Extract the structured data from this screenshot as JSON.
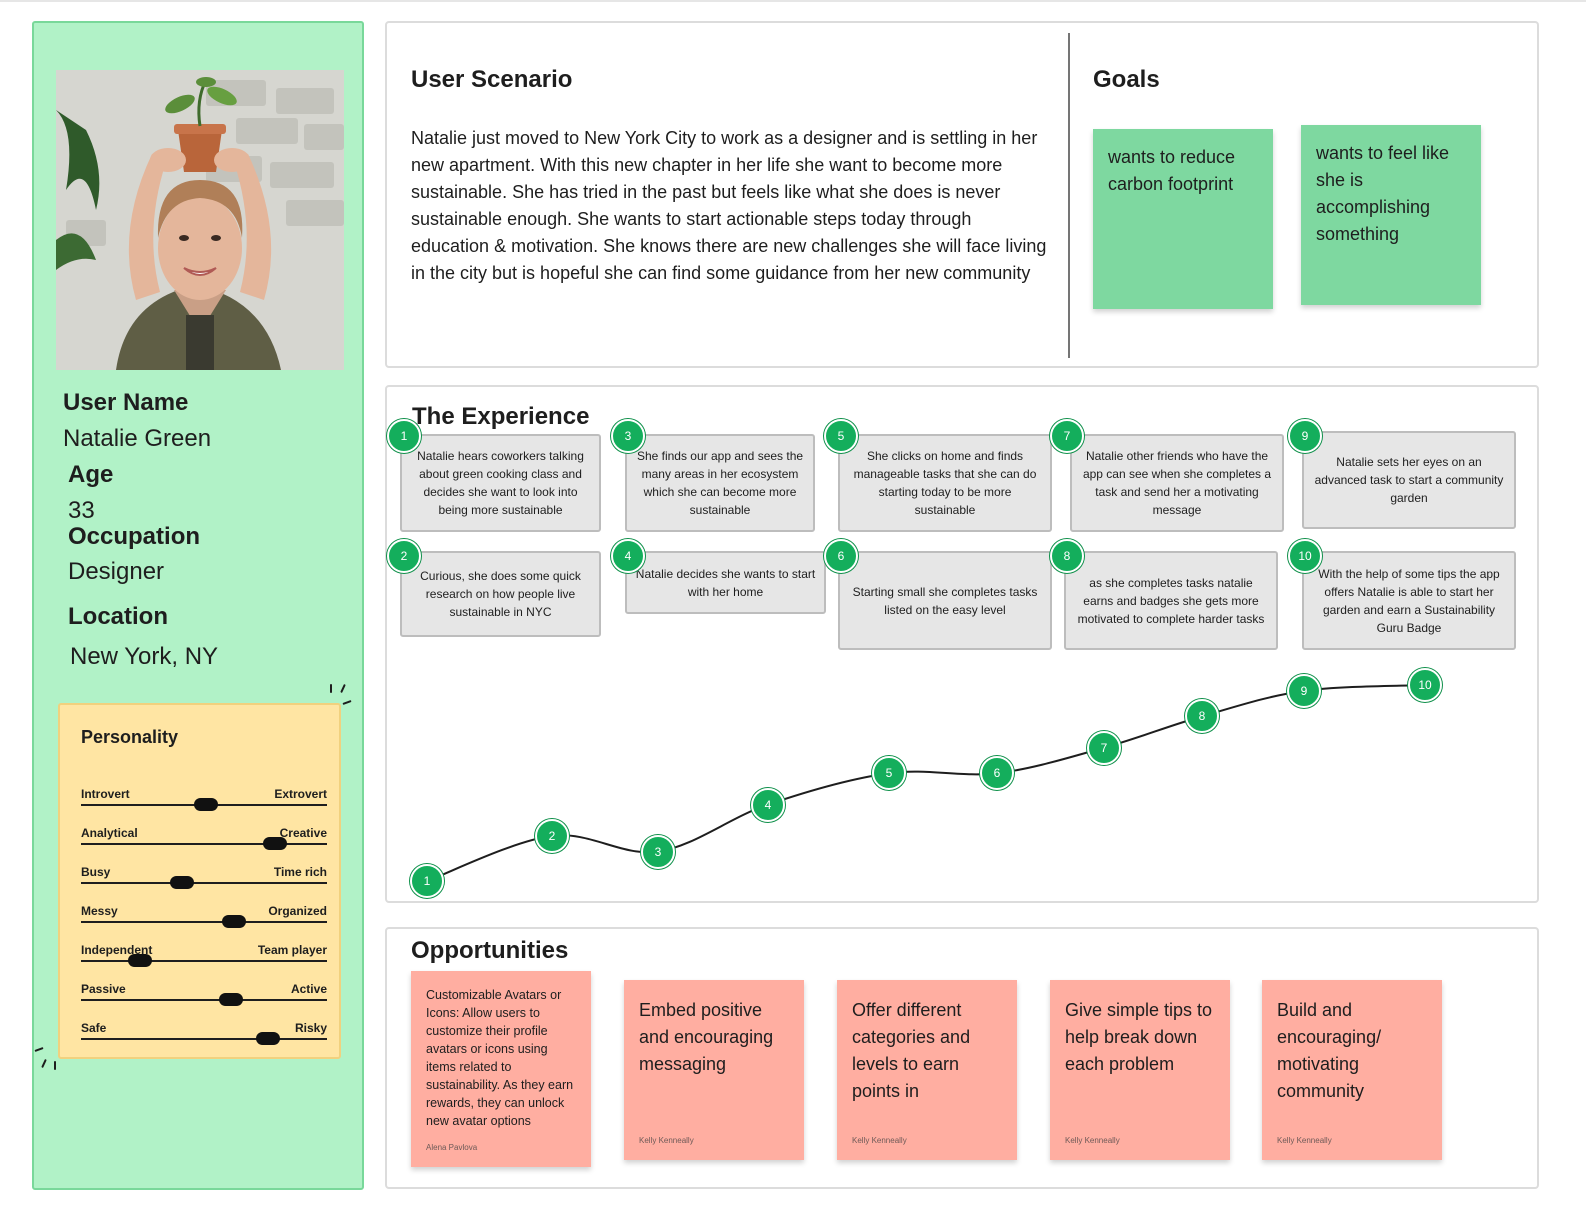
{
  "profile": {
    "photo_alt": "Woman holding a potted plant on her head",
    "user_name_label": "User Name",
    "user_name": "Natalie Green",
    "age_label": "Age",
    "age": "33",
    "occupation_label": "Occupation",
    "occupation": "Designer",
    "location_label": "Location",
    "location": "New York, NY"
  },
  "personality": {
    "title": "Personality",
    "traits": [
      {
        "left": "Introvert",
        "right": "Extrovert",
        "value": 0.51
      },
      {
        "left": "Analytical",
        "right": "Creative",
        "value": 0.79
      },
      {
        "left": "Busy",
        "right": "Time rich",
        "value": 0.41
      },
      {
        "left": "Messy",
        "right": "Organized",
        "value": 0.62
      },
      {
        "left": "Independent",
        "right": "Team player",
        "value": 0.24
      },
      {
        "left": "Passive",
        "right": "Active",
        "value": 0.61
      },
      {
        "left": "Safe",
        "right": "Risky",
        "value": 0.76
      }
    ]
  },
  "scenario": {
    "title": "User Scenario",
    "text": "Natalie just moved to New York City to work as a designer and is settling in her new apartment. With this new chapter in her life she want to become more sustainable. She has tried in the past but feels like what she does is never sustainable enough. She wants to start actionable steps today through education & motivation. She knows there are new challenges she will face living in the city but is hopeful she can find some guidance from her new community"
  },
  "goals": {
    "title": "Goals",
    "items": [
      "wants to reduce carbon footprint",
      "wants to feel like she is accomplishing something"
    ]
  },
  "experience": {
    "title": "The Experience",
    "steps": [
      {
        "num": "1",
        "text": "Natalie hears coworkers talking about green cooking class and decides she want to look into being more sustainable"
      },
      {
        "num": "2",
        "text": "Curious, she does some quick research on how people live sustainable in NYC"
      },
      {
        "num": "3",
        "text": "She finds our app and sees the many areas in her ecosystem which she can become more sustainable"
      },
      {
        "num": "4",
        "text": "Natalie decides she wants to start with her home"
      },
      {
        "num": "5",
        "text": "She clicks on home and finds manageable tasks  that she can do starting today to be more sustainable"
      },
      {
        "num": "6",
        "text": "Starting small she completes tasks listed on the easy level"
      },
      {
        "num": "7",
        "text": "Natalie other friends who have the app can see when she completes a task and send her a motivating message"
      },
      {
        "num": "8",
        "text": "as she completes tasks natalie earns and badges she gets more motivated to complete harder tasks"
      },
      {
        "num": "9",
        "text": "Natalie sets her eyes on an advanced task to start a community garden"
      },
      {
        "num": "10",
        "text": "With the help of some tips the app offers Natalie is able to start her garden and earn a Sustainability Guru Badge"
      }
    ],
    "journey_curve": [
      {
        "step": "1",
        "level": 0.0
      },
      {
        "step": "2",
        "level": 0.23
      },
      {
        "step": "3",
        "level": 0.15
      },
      {
        "step": "4",
        "level": 0.39
      },
      {
        "step": "5",
        "level": 0.55
      },
      {
        "step": "6",
        "level": 0.55
      },
      {
        "step": "7",
        "level": 0.68
      },
      {
        "step": "8",
        "level": 0.84
      },
      {
        "step": "9",
        "level": 0.97
      },
      {
        "step": "10",
        "level": 1.0
      }
    ]
  },
  "opportunities": {
    "title": "Opportunities",
    "items": [
      {
        "text": "Customizable Avatars or Icons: Allow users to customize their profile avatars or icons using items related to sustainability. As they earn rewards, they can unlock new avatar options",
        "author": "Alena Pavlova"
      },
      {
        "text": "Embed positive and encouraging messaging",
        "author": "Kelly Kenneally"
      },
      {
        "text": "Offer different categories and levels to earn points in",
        "author": "Kelly Kenneally"
      },
      {
        "text": "Give simple tips to help break down each problem",
        "author": "Kelly Kenneally"
      },
      {
        "text": "Build and encouraging/ motivating community",
        "author": "Kelly Kenneally"
      }
    ]
  },
  "colors": {
    "profile_bg": "#b1f2c7",
    "personality_bg": "#ffe5a3",
    "goal_sticky": "#7ed8a0",
    "opportunity_sticky": "#ffaea1",
    "step_badge": "#14ae5c"
  }
}
